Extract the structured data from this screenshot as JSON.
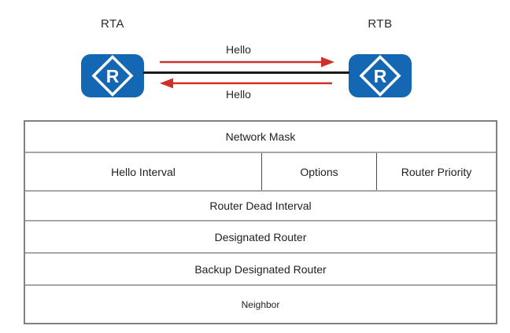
{
  "diagram": {
    "router_a": {
      "label": "RTA"
    },
    "router_b": {
      "label": "RTB"
    },
    "router_icon_letter": "R",
    "hello_top": "Hello",
    "hello_bottom": "Hello"
  },
  "packet_table": {
    "rows": [
      {
        "cells": [
          "Network Mask"
        ]
      },
      {
        "cells": [
          "Hello Interval",
          "Options",
          "Router Priority"
        ]
      },
      {
        "cells": [
          "Router Dead Interval"
        ]
      },
      {
        "cells": [
          "Designated Router"
        ]
      },
      {
        "cells": [
          "Backup Designated Router"
        ]
      },
      {
        "cells": [
          "Neighbor"
        ]
      }
    ]
  },
  "colors": {
    "router_blue": "#1467b2",
    "arrow_red": "#cf3027",
    "link_black": "#1a1a1a"
  }
}
